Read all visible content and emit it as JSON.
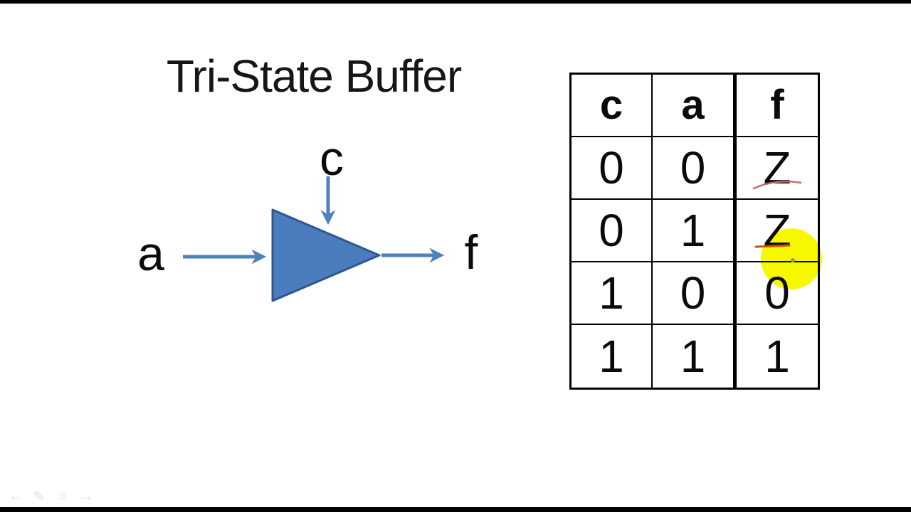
{
  "slide": {
    "title": "Tri-State Buffer"
  },
  "diagram": {
    "input_label": "a",
    "control_label": "c",
    "output_label": "f",
    "triangle_fill": "#4a7cbe",
    "triangle_stroke": "#2c5791",
    "arrow_color": "#4f81bd"
  },
  "truth_table": {
    "headers": [
      "c",
      "a",
      "f"
    ],
    "rows": [
      [
        "0",
        "0",
        "Z"
      ],
      [
        "0",
        "1",
        "Z"
      ],
      [
        "1",
        "0",
        "0"
      ],
      [
        "1",
        "1",
        "1"
      ]
    ]
  },
  "annotations": {
    "highlight_color": "#f7f700",
    "red_underline_color": "#c96a6a"
  },
  "presenter_toolbar": {
    "icons": [
      {
        "name": "back-arrow-icon",
        "glyph": "←"
      },
      {
        "name": "pen-icon",
        "glyph": "✎"
      },
      {
        "name": "menu-icon",
        "glyph": "≡"
      },
      {
        "name": "next-arrow-icon",
        "glyph": "→"
      }
    ]
  }
}
